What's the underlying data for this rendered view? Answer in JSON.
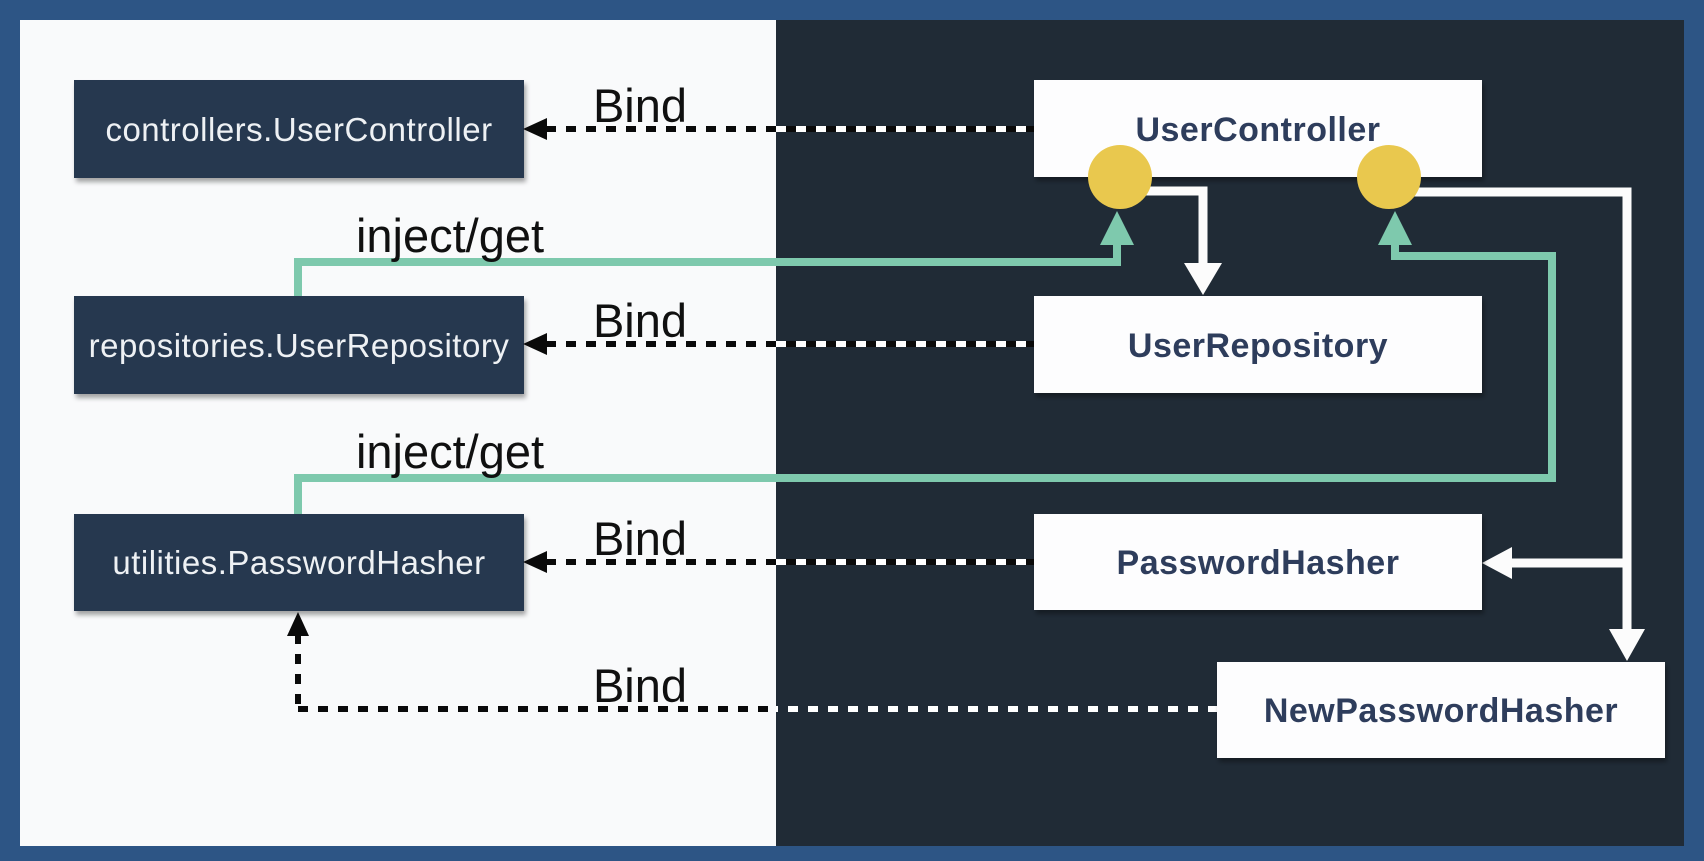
{
  "diagram": {
    "kind": "dependency-injection-binding-diagram",
    "left_panel_role": "container binding keys",
    "right_panel_role": "classes"
  },
  "colors": {
    "frame": "#2d5585",
    "panel_left": "#f9fafb",
    "panel_right": "#202b36",
    "navy_box": "#283850",
    "white_box": "#fdfdfe",
    "text_light": "#eef1f4",
    "text_navy": "#2e3d5c",
    "teal": "#7ec9ad",
    "yellow": "#e9c84e",
    "wire": "#fcfcfc"
  },
  "boxes": {
    "left": [
      {
        "label": "controllers.UserController"
      },
      {
        "label": "repositories.UserRepository"
      },
      {
        "label": "utilities.PasswordHasher"
      }
    ],
    "right": [
      {
        "label": "UserController"
      },
      {
        "label": "UserRepository"
      },
      {
        "label": "PasswordHasher"
      },
      {
        "label": "NewPasswordHasher"
      }
    ]
  },
  "ports": [
    {
      "name": "injection-port-1",
      "on": "UserController"
    },
    {
      "name": "injection-port-2",
      "on": "UserController"
    }
  ],
  "edges": [
    {
      "label": "Bind",
      "from": "UserController",
      "to": "controllers.UserController",
      "style": "dashed"
    },
    {
      "label": "inject/get",
      "from": "repositories.UserRepository",
      "to": "UserController",
      "style": "teal"
    },
    {
      "label": "Bind",
      "from": "UserRepository",
      "to": "repositories.UserRepository",
      "style": "dashed"
    },
    {
      "label": "inject/get",
      "from": "utilities.PasswordHasher",
      "to": "UserController",
      "style": "teal"
    },
    {
      "label": "Bind",
      "from": "PasswordHasher",
      "to": "utilities.PasswordHasher",
      "style": "dashed"
    },
    {
      "label": "Bind",
      "from": "NewPasswordHasher",
      "to": "utilities.PasswordHasher",
      "style": "dashed"
    },
    {
      "label": "",
      "from": "UserController",
      "to": "UserRepository",
      "style": "white"
    },
    {
      "label": "",
      "from": "UserController",
      "to": "PasswordHasher",
      "style": "white"
    },
    {
      "label": "",
      "from": "UserController",
      "to": "NewPasswordHasher",
      "style": "white"
    }
  ]
}
